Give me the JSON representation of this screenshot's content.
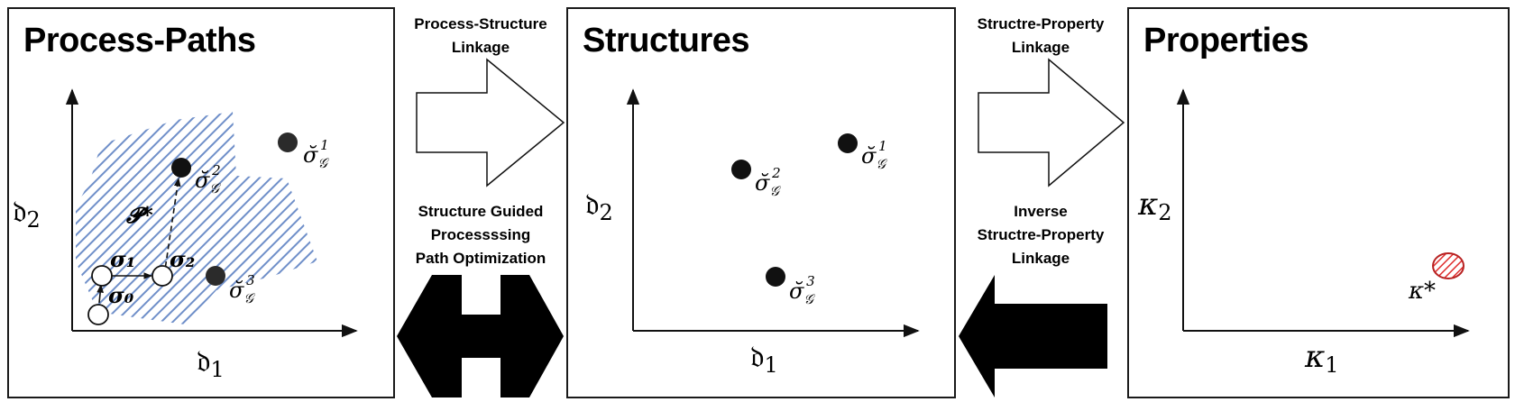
{
  "colors": {
    "stroke": "#111111",
    "hatch": "#6f8fc9",
    "point_fill": "#111111",
    "open_point_fill": "#ffffff",
    "target_hatch": "#e03030",
    "target_outline": "#b82222"
  },
  "panels": {
    "process_paths": {
      "title": "Process-Paths",
      "x_label": "𝔡",
      "x_sub": "1",
      "y_label": "𝔡",
      "y_sub": "2",
      "path_label": "𝓟*",
      "path_points": [
        "σ₀",
        "σ₁",
        "σ₂"
      ],
      "structures": [
        {
          "sym": "σ̆",
          "sub": "𝒢",
          "sup": "1"
        },
        {
          "sym": "σ̆",
          "sub": "𝒢",
          "sup": "2"
        },
        {
          "sym": "σ̆",
          "sub": "𝒢",
          "sup": "3"
        }
      ]
    },
    "structures": {
      "title": "Structures",
      "x_label": "𝔡",
      "x_sub": "1",
      "y_label": "𝔡",
      "y_sub": "2",
      "points": [
        {
          "sym": "σ̆",
          "sub": "𝒢",
          "sup": "1"
        },
        {
          "sym": "σ̆",
          "sub": "𝒢",
          "sup": "2"
        },
        {
          "sym": "σ̆",
          "sub": "𝒢",
          "sup": "3"
        }
      ]
    },
    "properties": {
      "title": "Properties",
      "x_label": "κ",
      "x_sub": "1",
      "y_label": "κ",
      "y_sub": "2",
      "target_label": "κ*"
    }
  },
  "links": {
    "process_structure": [
      "Process-Structure",
      "Linkage"
    ],
    "structure_guided": [
      "Structure Guided",
      "Processssing",
      "Path Optimization"
    ],
    "structure_property": [
      "Structre-Property",
      "Linkage"
    ],
    "inverse": [
      "Inverse",
      "Structre-Property",
      "Linkage"
    ]
  }
}
